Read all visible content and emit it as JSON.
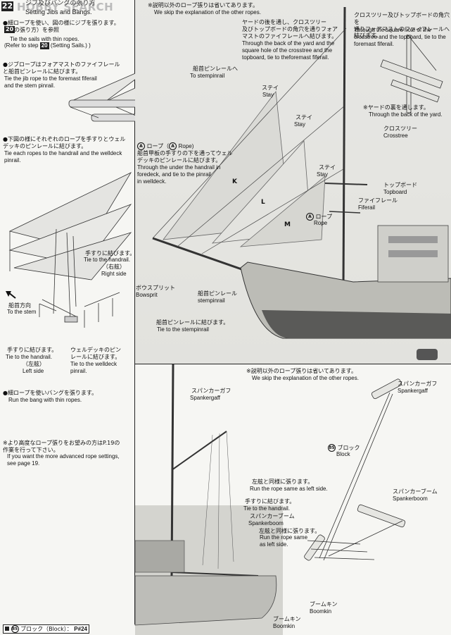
{
  "header": {
    "step_number": "22",
    "watermark": "HOBBY SEARCH",
    "title": "ジブ及びバングの張り方",
    "title_en": "Setting Jibs and Bangs."
  },
  "left_column": {
    "intro_jp": "●細ロープを使い、図の様にジブを張ります。\n（帆の張り方）を参照",
    "intro_ref_num": "20",
    "intro_en_1": "Tie the sails with thin ropes.",
    "intro_en_2": "(Refer to step",
    "intro_en_3": "(Setting Sails.) )",
    "jib_jp": "●ジブロープはフォアマストのファイフレール\nと船首ピンレールに結びます。",
    "jib_en": "Tie the jib rope to the foremast fiferail\nand the stem pinrail.",
    "handrail_jp": "●下図の様にそれぞれのロープを手すりとウェル\nデッキのピンレールに結びます。",
    "handrail_en": "Tie each ropes to the handrail and the welldeck\npinrail.",
    "tie_handrail_jp": "手すりに結びます。",
    "tie_handrail_en": "Tie to the handrail.",
    "right_side_jp": "（右舷）",
    "right_side_en": "Right side",
    "to_stem_jp": "船首方向",
    "to_stem_en": "To the stem",
    "tie_handrail2_jp": "手すりに結びます。",
    "tie_handrail2_en": "Tie to the handrail.",
    "left_side_jp": "（左舷）",
    "left_side_en": "Left side",
    "welldeck_jp": "ウェルデッキのピン\nレールに結びます。",
    "welldeck_en": "Tie to the welldeck\npinrail.",
    "bang_jp": "●細ロープを使いバングを張ります。",
    "bang_en": "Run the bang with thin ropes.",
    "advanced_jp": "※より高度なロープ張りをお望みの方はP.19の\n作業を行って下さい。",
    "advanced_en": "If you want the more advanced rope settings,\nsee page 19."
  },
  "top_right": {
    "skip_jp": "※説明以外のロープ張りは省いてあります。",
    "skip_en": "We skip the explanation of the other ropes.",
    "yard_jp": "ヤードの後を通し、クロスツリー\n及びトップボードの角穴を通りフォア\nマストのファイフレールへ結びます。",
    "yard_en": "Through the back of the yard and the\nsquare hole of the crosstree and the\ntopboard, tie to theforemast fiferail.",
    "crosstree_jp": "クロスツリー及びトップボードの角穴を\n通りフォアマストのファイフレールへ結びます。",
    "crosstree_en": "Through the square hole of the\ncrosstree and the topboard, tie to the\nforemast fiferail.",
    "yard_back_jp": "※ヤードの裏を通します。",
    "yard_back_en": "Through the back of the yard.",
    "stempin_jp": "船首ピンレールへ",
    "stempin_en": "To stempinrail",
    "stay1_jp": "ステイ",
    "stay1_en": "Stay",
    "stay2_jp": "ステイ",
    "stay2_en": "Stay",
    "stay3_jp": "ステイ",
    "stay3_en": "Stay",
    "crosstree_label_jp": "クロスツリー",
    "crosstree_label_en": "Crosstree",
    "topboard_jp": "トップボード",
    "topboard_en": "Topboard",
    "fiferail_jp": "ファイフレール",
    "fiferail_en": "Fiferail",
    "rope_a_jp": "ロープ",
    "rope_a_en": "Rope",
    "rope_a_letter": "A",
    "rope_a_head_jp": "ロープ（",
    "rope_a_head_en": "Rope)",
    "rope_a_desc_jp": "船首甲板の手すりの下を通ってウェル\nデッキのピンレールに結びます。",
    "rope_a_desc_en": "Through the under the handrail in\nforedeck, and tie to the pinrail\nin welldeck.",
    "sail_k": "K",
    "sail_l": "L",
    "sail_m": "M",
    "bowsprit_jp": "ボウスプリット",
    "bowsprit_en": "Bowsprit",
    "stem_pinrail_jp": "船首ピンレール",
    "stem_pinrail_en": "stempinrail",
    "tie_stem_jp": "船首ピンレールに結びます。",
    "tie_stem_en": "Tie to the stempinrail"
  },
  "bottom_right": {
    "skip_jp": "※説明以外のロープ張りは省いてあります。",
    "skip_en": "We skip the explanation of the other ropes.",
    "spankergaff_jp": "スパンカーガフ",
    "spankergaff_en": "Spankergaff",
    "same_port_jp": "左舷と同様に張ります。",
    "same_port_en": "Run the rope same as left side.",
    "tie_handrail_jp": "手すりに結びます。",
    "tie_handrail_en": "Tie to the handrail.",
    "spankerboom_jp": "スパンカーブーム",
    "spankerboom_en": "Spankerboom",
    "same_port2_jp": "左舷と同様に張ります。",
    "same_port2_en": "Run the rope same\nas left side.",
    "boomkin_jp": "ブームキン",
    "boomkin_en": "Boomkin",
    "spankergaff2_jp": "スパンカーガフ",
    "spankergaff2_en": "Spankergaff",
    "block_num": "85",
    "block_jp": "ブロック",
    "block_en": "Block",
    "spankerboom2_jp": "スパンカーブーム",
    "spankerboom2_en": "Spankerboom",
    "boomkin2_jp": "ブームキン",
    "boomkin2_en": "Boomkin"
  },
  "footer": {
    "legend_num": "85",
    "legend_jp": "ブロック（Block）：",
    "legend_part": "P#24"
  }
}
